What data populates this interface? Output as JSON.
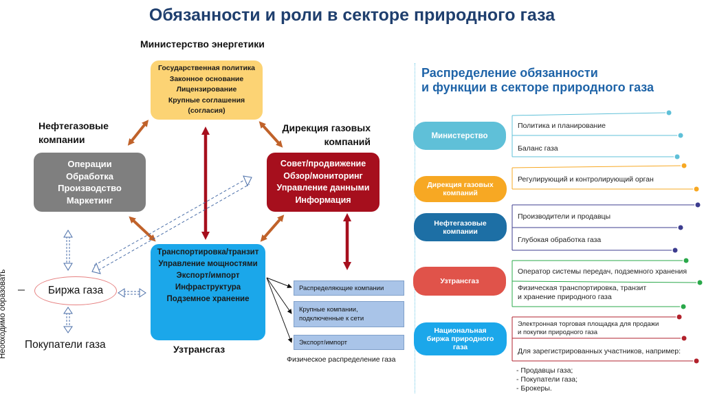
{
  "title": "Обязанности и роли в секторе природного газа",
  "labels": {
    "ministry_energy": "Министерство энергетики",
    "oil_gas_companies": [
      "Нефтегазовые",
      "компании"
    ],
    "gas_directorate": [
      "Дирекция газовых",
      "компаний"
    ],
    "uztransgaz": "Узтрансгаз",
    "gas_buyers": "Покупатели газа",
    "vertical": "Необходимо образовать",
    "physical_distribution": "Физическое распределение газа"
  },
  "boxes": {
    "ministry": [
      "Государственная политика",
      "Законное основание",
      "Лицензирование",
      "Крупные соглашения",
      "(согласия)"
    ],
    "oil_gas": [
      "Операции",
      "Обработка",
      "Производство",
      "Маркетинг"
    ],
    "directorate": [
      "Совет/продвижение",
      "Обзор/мониторинг",
      "Управление данными",
      "Информация"
    ],
    "uztransgaz": [
      "Транспортировка/транзит",
      "Управление мощностями",
      "Экспорт/импорт",
      "Инфраструктура",
      "Подземное хранение"
    ],
    "gas_exchange": "Биржа газа"
  },
  "small_boxes": {
    "distribution": "Распределяющие компании",
    "large": [
      "Крупные компании,",
      "подключенные к сети"
    ],
    "export": "Экспорт/импорт"
  },
  "right_panel": {
    "title": [
      "Распределение обязанности",
      "и функции в секторе природного газа"
    ],
    "pills": {
      "ministry": "Министерство",
      "directorate": [
        "Дирекция газовых",
        "компаний"
      ],
      "oil_gas": [
        "Нефтегазовые",
        "компании"
      ],
      "uztransgaz": "Узтрансгаз",
      "exchange": [
        "Национальная",
        "биржа природного",
        "газа"
      ]
    },
    "items": {
      "min_1": "Политика и планирование",
      "min_2": "Баланс газа",
      "dir_1": "Регулирующий и контролирующий орган",
      "oil_1": "Производители и продавцы",
      "oil_2": "Глубокая обработка газа",
      "utg_1": "Оператор системы передач, подземного хранения",
      "utg_2": [
        "Физическая транспортировка, транзит",
        "и хранение природного газа"
      ],
      "bir_1": [
        "Электронная торговая площадка для продажи",
        "и покупки природного газа"
      ],
      "bir_2": "Для зарегистрированных участников, например:",
      "bir_list": [
        "- Продавцы газа;",
        "- Покупатели газа;",
        "- Брокеры."
      ]
    }
  },
  "colors": {
    "title": "#1f3f6e",
    "ministry_box": "#fcd374",
    "oil_box": "#7f7f7f",
    "directorate_box": "#a60f1d",
    "uztransgaz_box": "#1ba7ea",
    "arrow_brown": "#c0622a",
    "arrow_red": "#a60f1d",
    "pill_ministry": "#5fc0d8",
    "pill_directorate": "#f7a823",
    "pill_oil": "#1d6fa5",
    "pill_uztransgaz": "#e0534a",
    "pill_exchange": "#1ba7ea"
  }
}
